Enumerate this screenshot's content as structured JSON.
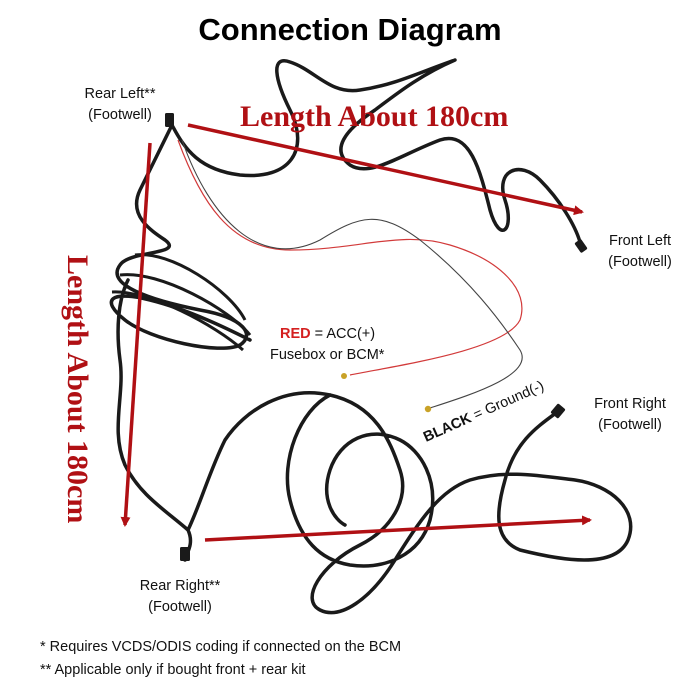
{
  "title": "Connection Diagram",
  "labels": {
    "rear_left": {
      "name": "Rear Left**",
      "sub": "(Footwell)"
    },
    "front_left": {
      "name": "Front Left",
      "sub": "(Footwell)"
    },
    "front_right": {
      "name": "Front Right",
      "sub": "(Footwell)"
    },
    "rear_right": {
      "name": "Rear Right**",
      "sub": "(Footwell)"
    }
  },
  "lengths": {
    "horizontal": "Length About 180cm",
    "vertical": "Length About 180cm"
  },
  "wires": {
    "red_label": "RED",
    "red_text": " = ACC(+)",
    "red_line2": "Fusebox or BCM*",
    "black_label": "BLACK",
    "black_text": " = Ground(-)"
  },
  "notes": [
    "* Requires VCDS/ODIS coding if connected on the BCM",
    "** Applicable only if bought front + rear kit"
  ],
  "colors": {
    "arrow": "#b01014",
    "cable": "#1a1a1a",
    "red_wire": "#d23a3a",
    "accent_text": "#d42020"
  }
}
